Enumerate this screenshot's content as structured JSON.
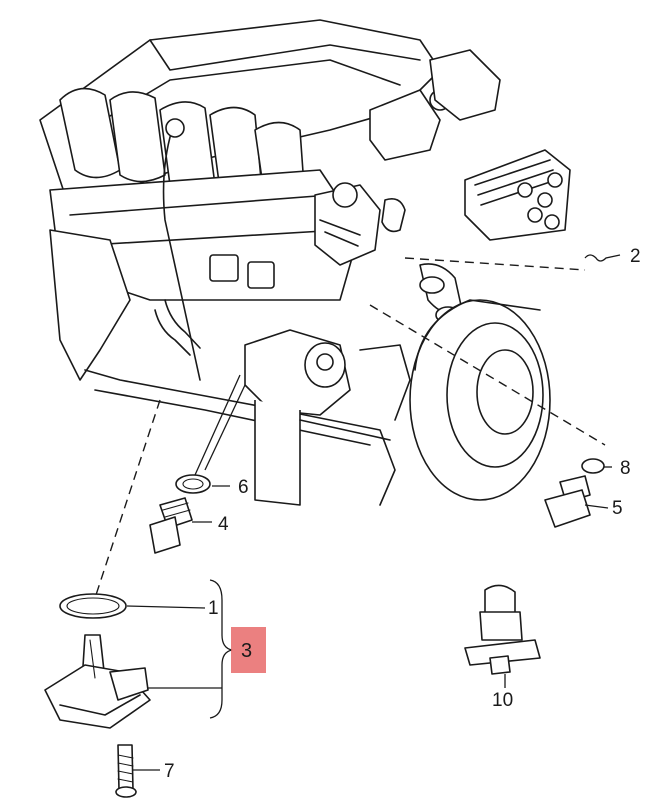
{
  "callouts": {
    "c1": "1",
    "c2": "2",
    "c3": "3",
    "c4": "4",
    "c5": "5",
    "c6": "6",
    "c7": "7",
    "c8": "8",
    "c10": "10"
  },
  "colors": {
    "line": "#1a1a1a",
    "highlight": "#e86a6a",
    "background": "#ffffff"
  }
}
